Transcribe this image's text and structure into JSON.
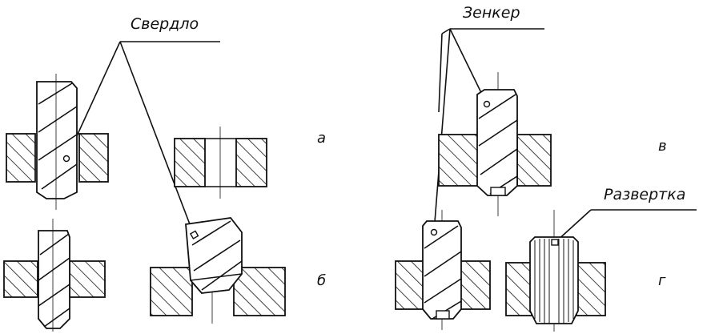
{
  "labels": {
    "drill": "Свердло",
    "countersink": "Зенкер",
    "reamer": "Развертка"
  },
  "panels": {
    "a": "а",
    "b": "б",
    "v": "в",
    "g": "г"
  }
}
